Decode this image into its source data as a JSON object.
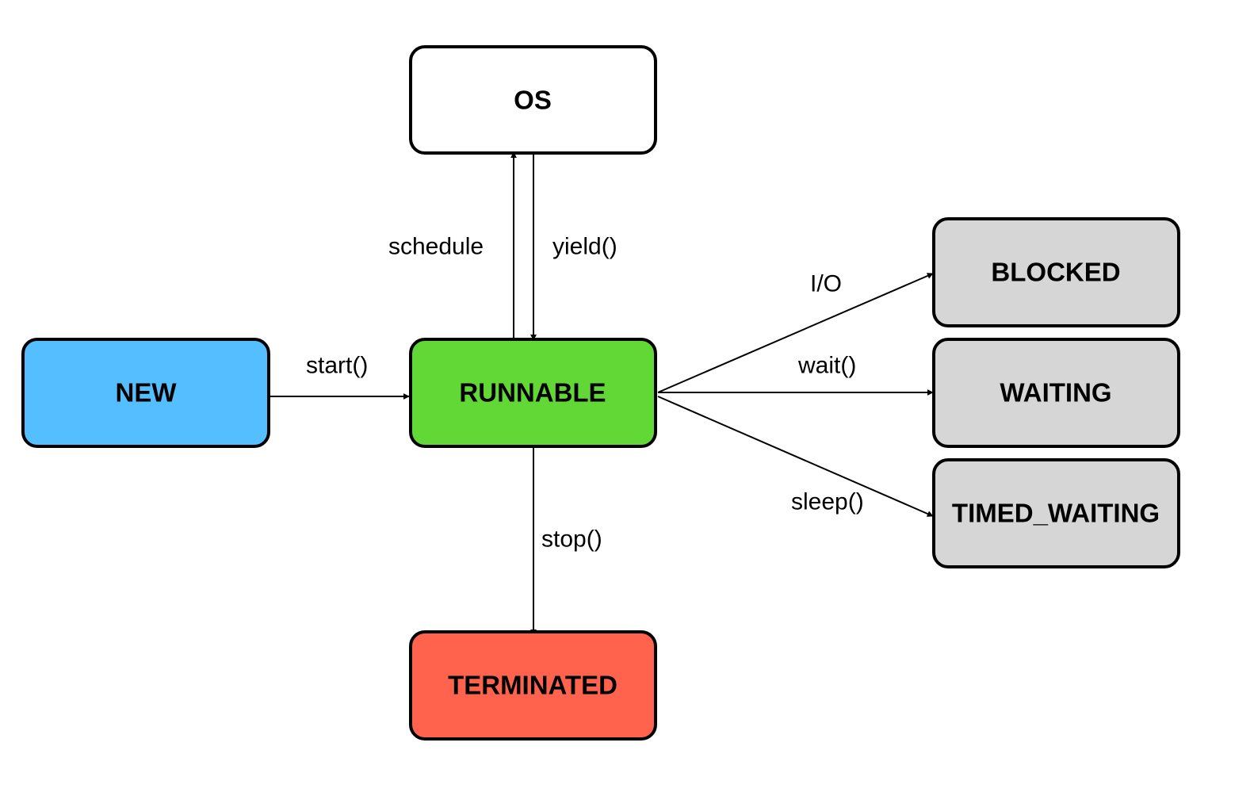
{
  "colors": {
    "new": "#55BEFF",
    "runnable": "#61D836",
    "terminated": "#FF634D",
    "os": "#FFFFFF",
    "waiting_states": "#D6D6D6"
  },
  "nodes": {
    "os": "OS",
    "new": "NEW",
    "runnable": "RUNNABLE",
    "terminated": "TERMINATED",
    "blocked": "BLOCKED",
    "waiting": "WAITING",
    "timed_waiting": "TIMED_WAITING"
  },
  "edges": {
    "schedule": "schedule",
    "yield": "yield()",
    "start": "start()",
    "stop": "stop()",
    "io": "I/O",
    "wait": "wait()",
    "sleep": "sleep()"
  }
}
